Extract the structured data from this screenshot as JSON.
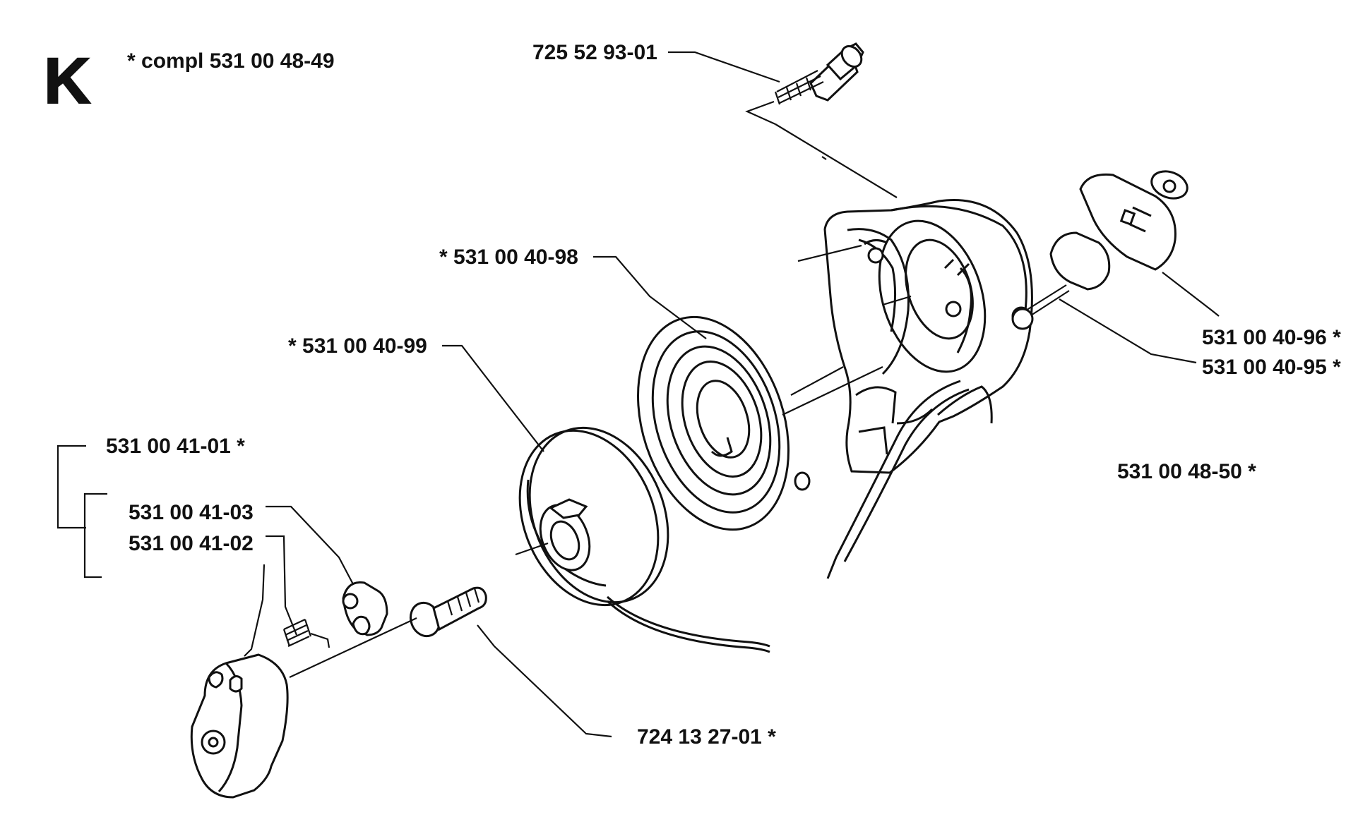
{
  "section": {
    "letter": "K",
    "complete_note": "* compl 531 00 48-49"
  },
  "labels": {
    "bolt_top": "725 52 93-01",
    "spring": "* 531 00 40-98",
    "pulley": "* 531 00 40-99",
    "pawl_assembly": "531 00 41-01 *",
    "pawl": "531 00 41-03",
    "pawl_spring": "531 00 41-02",
    "handle": "531 00 40-96 *",
    "handle_insert": "531 00 40-95 *",
    "housing": "531 00 48-50 *",
    "center_screw": "724 13 27-01 *"
  },
  "icons": [
    "section-letter-k",
    "starter-housing",
    "recoil-spring",
    "rope-pulley",
    "starter-cup",
    "pawl",
    "pawl-spring",
    "center-screw",
    "housing-bolt",
    "starter-handle"
  ]
}
